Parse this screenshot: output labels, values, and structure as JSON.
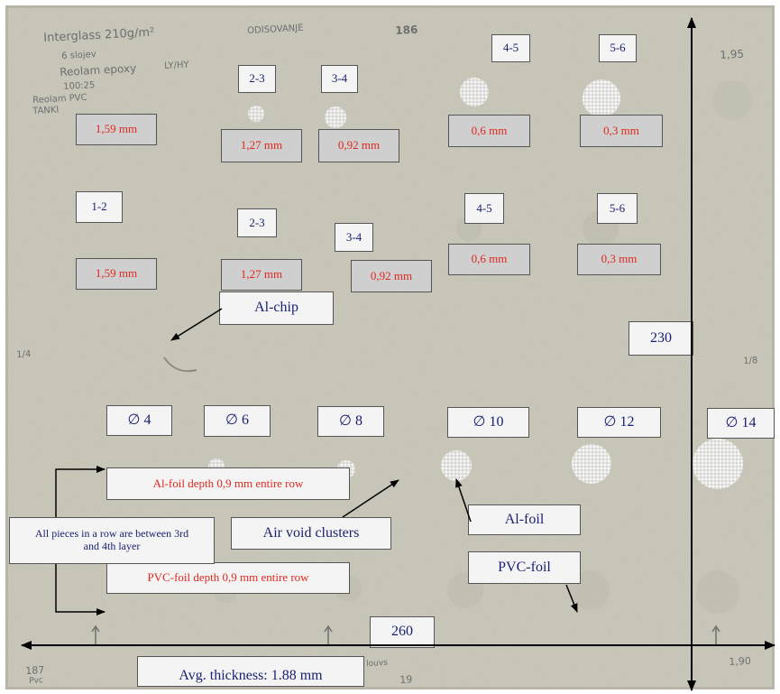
{
  "handwriting": {
    "line1": "Interglass 210g/m²",
    "line1b": "ODISOVANJE",
    "line2": "6 slojev",
    "line3": "Reolam epoxy",
    "line3b": "LY/HY",
    "line4": "100:25",
    "line5": "Reolam PVC",
    "line6": "TANKI",
    "num_top": "186",
    "corner_tr": "1,95",
    "left_mid": "1/4",
    "right_mid": "1/8",
    "corner_bl": "187",
    "corner_bl2": "Pvc",
    "bottom_mid": "19",
    "corner_br": "1,90",
    "bottom_center": "louvs"
  },
  "row1": {
    "group_labels": [
      "2-3",
      "3-4",
      "4-5",
      "5-6"
    ],
    "depths": [
      "1,59 mm",
      "1,27 mm",
      "0,92 mm",
      "0,6 mm",
      "0,3 mm"
    ]
  },
  "row2": {
    "group_labels": [
      "1-2",
      "2-3",
      "3-4",
      "4-5",
      "5-6"
    ],
    "depths": [
      "1,59 mm",
      "1,27 mm",
      "0,92 mm",
      "0,6 mm",
      "0,3 mm"
    ]
  },
  "al_chip": "Al-chip",
  "dimension_vertical": "230",
  "dimension_horizontal": "260",
  "diameters": [
    "∅ 4",
    "∅ 6",
    "∅ 8",
    "∅ 10",
    "∅ 12",
    "∅ 14"
  ],
  "al_foil_depth": "Al-foil depth 0,9 mm entire row",
  "pvc_foil_depth": "PVC-foil depth 0,9 mm entire row",
  "layer_note": "All pieces in a row are between 3rd and 4th layer",
  "air_void": "Air void clusters",
  "al_foil": "Al-foil",
  "pvc_foil": "PVC-foil",
  "avg_thickness": "Avg. thickness: 1.88 mm",
  "colors": {
    "panel": "#c9c6b8",
    "label_red": "#e0281e",
    "label_blue": "#1a2170",
    "label_box": "#cfcfcf"
  }
}
